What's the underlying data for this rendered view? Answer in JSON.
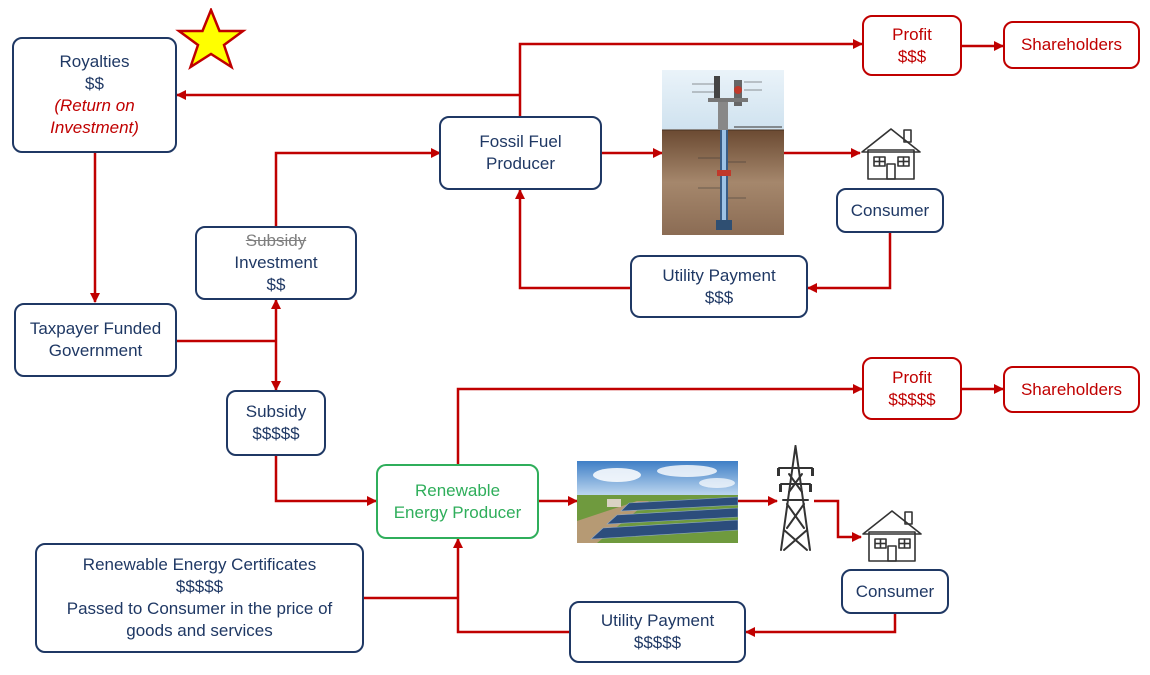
{
  "colors": {
    "navy": "#1f3864",
    "red": "#c00000",
    "green": "#2fae5b",
    "star_fill": "#ffff00"
  },
  "nodes": {
    "royalties": {
      "line1": "Royalties",
      "line2": "$$",
      "line3": "(Return on",
      "line4": "Investment)"
    },
    "fossil_producer": {
      "line1": "Fossil Fuel",
      "line2": "Producer"
    },
    "profit_top": {
      "line1": "Profit",
      "line2": "$$$"
    },
    "shareholders_top": {
      "label": "Shareholders"
    },
    "consumer_top": {
      "label": "Consumer"
    },
    "utility_payment_top": {
      "line1": "Utility Payment",
      "line2": "$$$"
    },
    "investment": {
      "line1": "Subsidy",
      "line2": "Investment",
      "line3": "$$"
    },
    "government": {
      "line1": "Taxpayer Funded",
      "line2": "Government"
    },
    "subsidy": {
      "line1": "Subsidy",
      "line2": "$$$$$"
    },
    "renewable_producer": {
      "line1": "Renewable",
      "line2": "Energy Producer"
    },
    "profit_bottom": {
      "line1": "Profit",
      "line2": "$$$$$"
    },
    "shareholders_bottom": {
      "label": "Shareholders"
    },
    "consumer_bottom": {
      "label": "Consumer"
    },
    "utility_payment_bottom": {
      "line1": "Utility Payment",
      "line2": "$$$$$"
    },
    "certificates": {
      "line1": "Renewable Energy Certificates",
      "line2": "$$$$$",
      "line3": "Passed to Consumer in the price of",
      "line4": "goods and services"
    }
  },
  "images": {
    "oil_well": "oil-well-diagram",
    "solar_farm": "solar-farm-photo",
    "pylon": "transmission-tower-icon",
    "house": "house-icon"
  }
}
